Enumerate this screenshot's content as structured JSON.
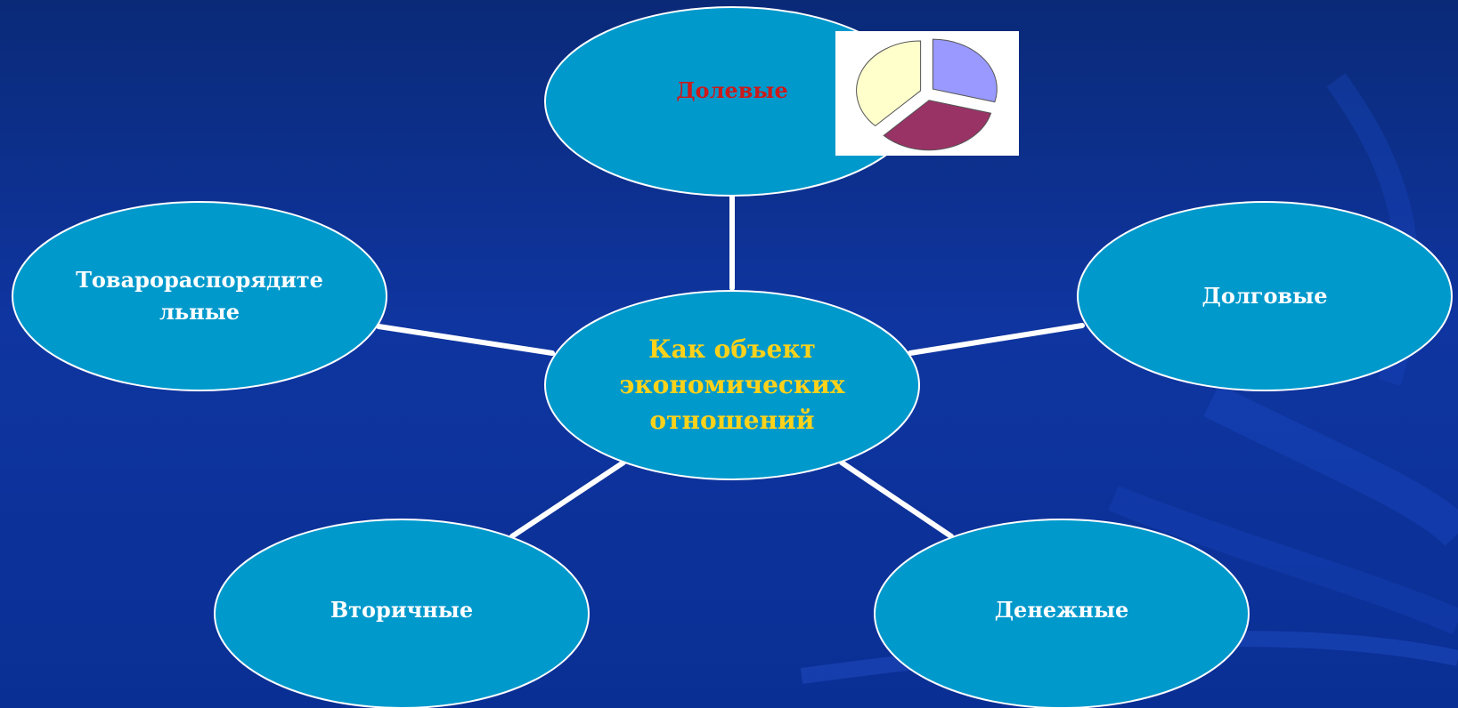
{
  "diagram": {
    "center": {
      "label": "Как объект экономических отношений"
    },
    "nodes": {
      "top": {
        "label": "Долевые"
      },
      "right": {
        "label": "Долговые"
      },
      "left": {
        "label": "Товарораспорядите льные"
      },
      "bottom_left": {
        "label": "Вторичные"
      },
      "bottom_right": {
        "label": "Денежные"
      }
    }
  },
  "pie_icon": {
    "slices": [
      {
        "color": "#9999ff"
      },
      {
        "color": "#993366"
      },
      {
        "color": "#ffffcc"
      }
    ]
  },
  "colors": {
    "background": "#0f35a0",
    "node_fill": "#0099cc",
    "node_stroke": "#ffffff",
    "center_text": "#ffd21a",
    "top_text": "#cc1a1a",
    "node_text": "#ffffff"
  }
}
